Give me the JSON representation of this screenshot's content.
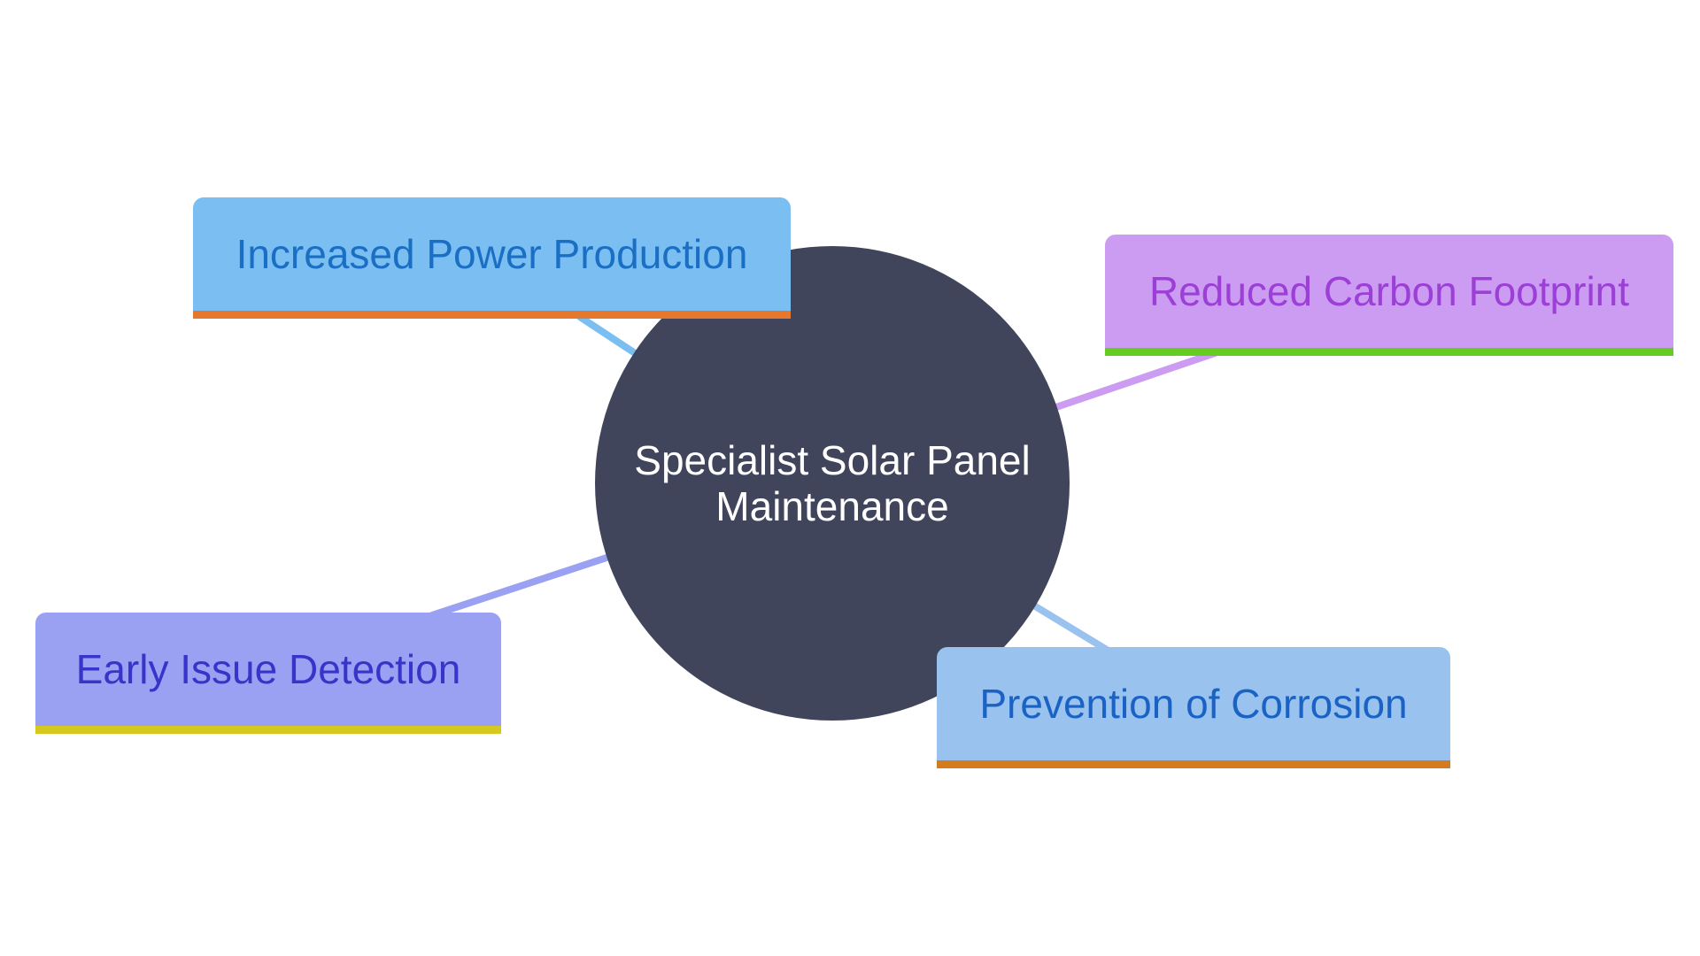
{
  "diagram": {
    "type": "mind-map",
    "center": {
      "label": "Specialist Solar Panel Maintenance",
      "color": "#41455c",
      "text_color": "#ffffff"
    },
    "branches": [
      {
        "id": "power",
        "label": "Increased Power Production",
        "fill": "#7bbff2",
        "text_color": "#1a6fc4",
        "accent": "#e6782e",
        "edge_color": "#7bbff2"
      },
      {
        "id": "carbon",
        "label": "Reduced Carbon Footprint",
        "fill": "#cc9cf2",
        "text_color": "#9b3fd6",
        "accent": "#66cc22",
        "edge_color": "#cc9cf2"
      },
      {
        "id": "early",
        "label": "Early Issue Detection",
        "fill": "#9ba1f2",
        "text_color": "#3a33c9",
        "accent": "#d6c81e",
        "edge_color": "#9ba1f2"
      },
      {
        "id": "corrosion",
        "label": "Prevention of Corrosion",
        "fill": "#9ac2ef",
        "text_color": "#1a63c4",
        "accent": "#d47b1e",
        "edge_color": "#9ac2ef"
      }
    ]
  }
}
